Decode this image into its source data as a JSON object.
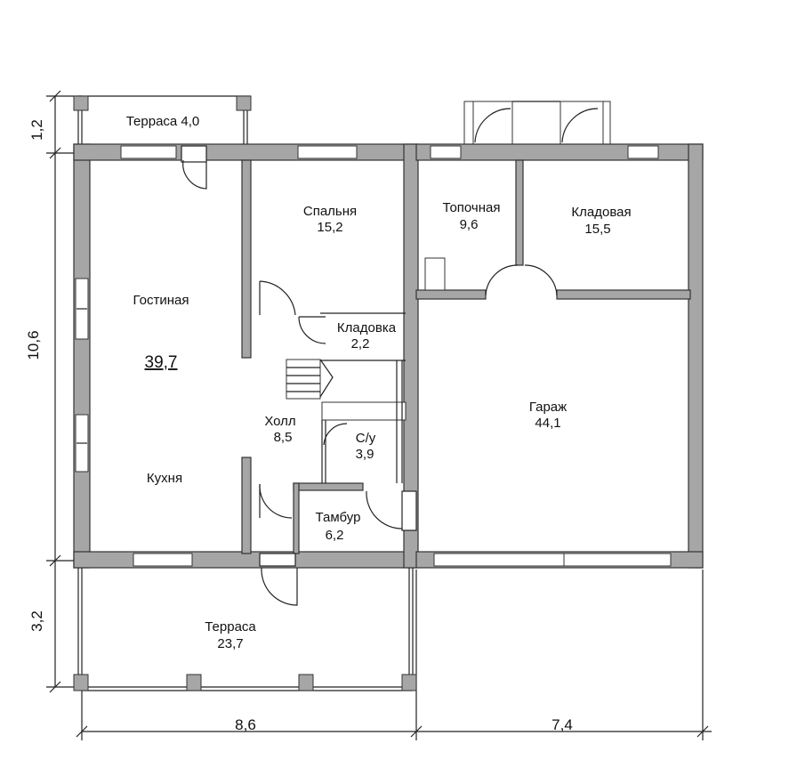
{
  "rooms": {
    "terrace_top": {
      "name": "Терраса 4,0"
    },
    "bedroom": {
      "name": "Спальня",
      "area": "15,2"
    },
    "living": {
      "name": "Гостиная",
      "area": "39,7"
    },
    "kitchen": {
      "name": "Кухня"
    },
    "closet": {
      "name": "Кладовка",
      "area": "2,2"
    },
    "hall": {
      "name": "Холл",
      "area": "8,5"
    },
    "bathroom": {
      "name": "С/у",
      "area": "3,9"
    },
    "vestibule": {
      "name": "Тамбур",
      "area": "6,2"
    },
    "boiler": {
      "name": "Топочная",
      "area": "9,6"
    },
    "storage": {
      "name": "Кладовая",
      "area": "15,5"
    },
    "garage": {
      "name": "Гараж",
      "area": "44,1"
    },
    "terrace_bottom": {
      "name": "Терраса",
      "area": "23,7"
    }
  },
  "dimensions": {
    "top_terrace_depth": "1,2",
    "house_depth": "10,6",
    "bottom_terrace_depth": "3,2",
    "left_width": "8,6",
    "right_width": "7,4"
  },
  "colors": {
    "wall": "#a6a6a6",
    "line": "#222222"
  }
}
